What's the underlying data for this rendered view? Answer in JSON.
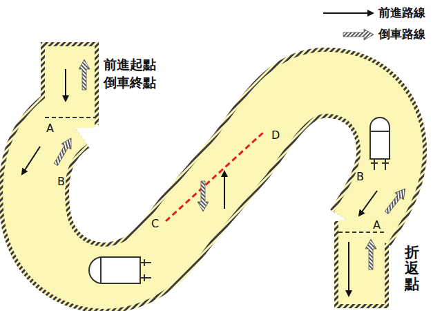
{
  "diagram": {
    "labels": [
      "前進起點",
      "倒車終點",
      "A",
      "B",
      "C",
      "D",
      "B",
      "A",
      "折返點"
    ],
    "legend": [
      {
        "text": "前進路線"
      },
      {
        "text": "倒車路線"
      }
    ]
  }
}
